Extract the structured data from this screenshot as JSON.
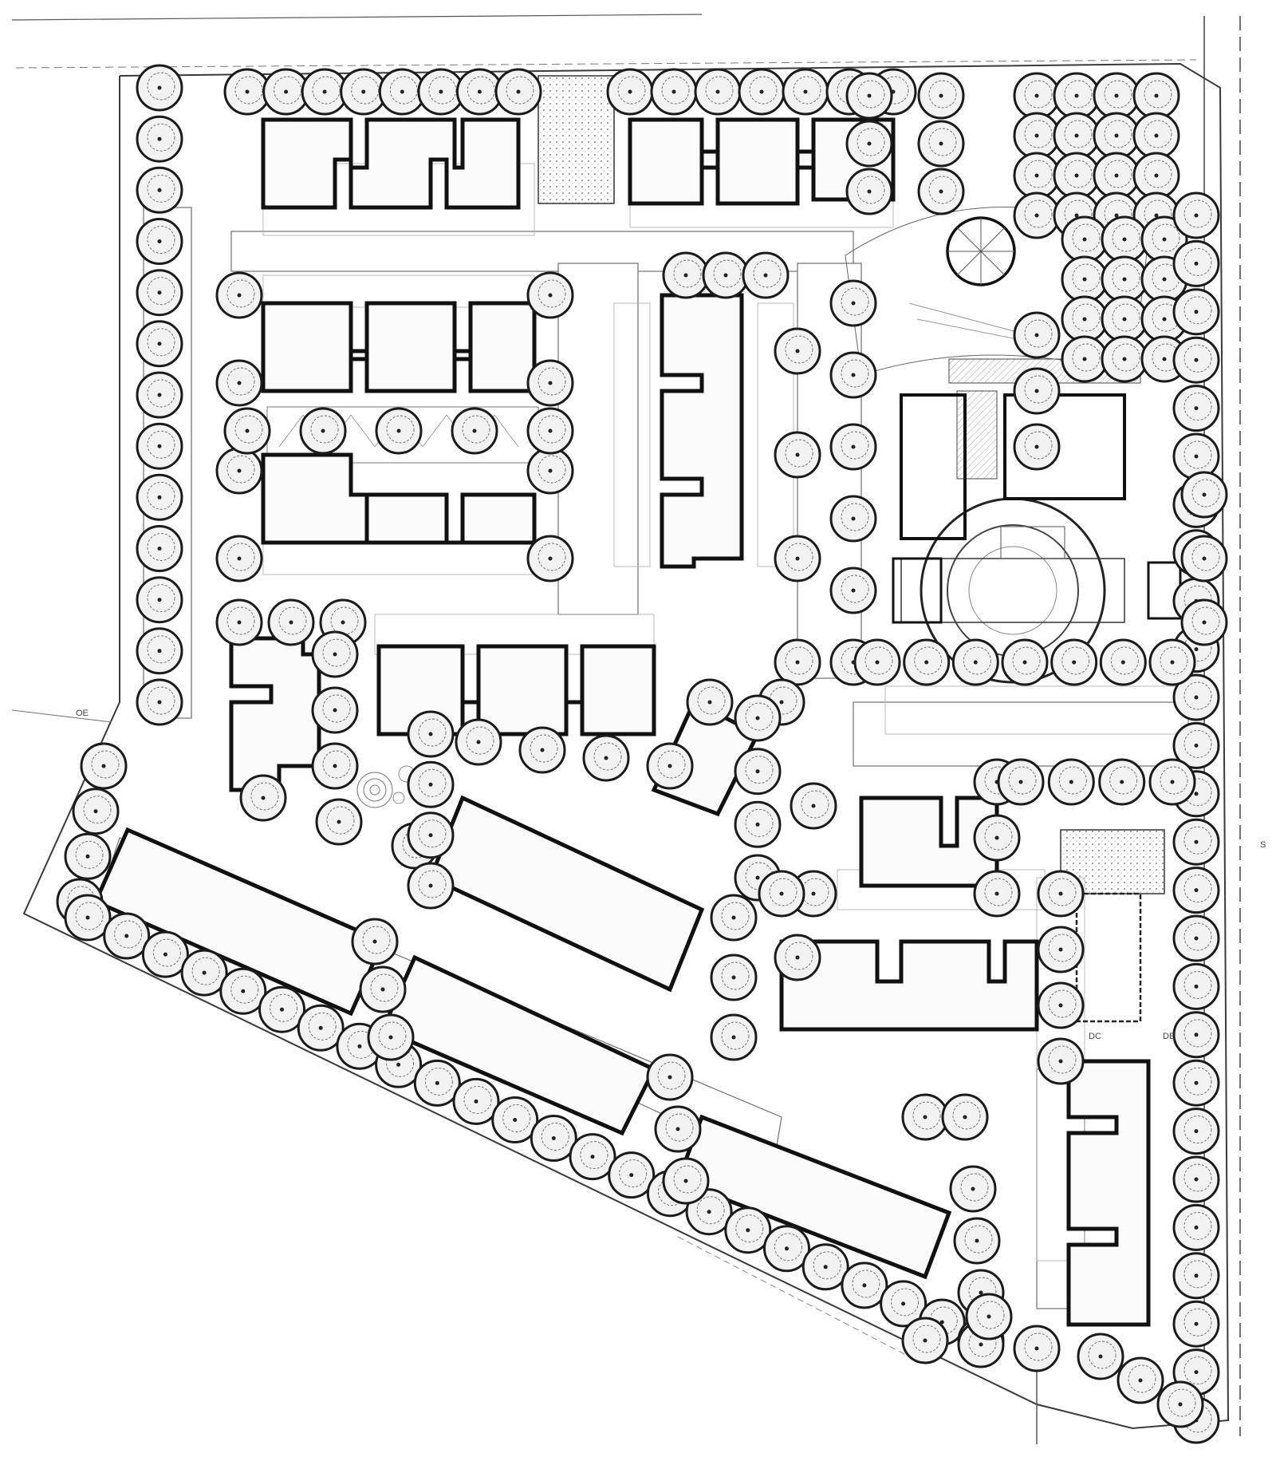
{
  "labels": {
    "east_street_mark": "S",
    "west_line_mark": "OE",
    "plaza_left_mark": "DC",
    "plaza_right_mark": "DE"
  },
  "colors": {
    "ink": "#111111",
    "paper": "#ffffff",
    "tree_fill": "#f2f2f2",
    "line_gray": "#6f6f6f"
  }
}
